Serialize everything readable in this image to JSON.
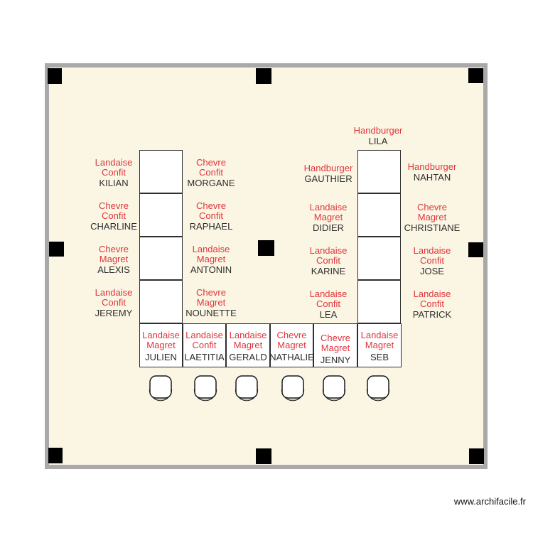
{
  "watermark": "www.archifacile.fr",
  "colors": {
    "menu_red": "#e0353c",
    "name_dark": "#2d2d2d",
    "room_fill": "#fbf6e4",
    "wall_gray": "#a9a9a9",
    "post_black": "#000000"
  },
  "seating": {
    "left_column": [
      {
        "left": {
          "menu": "Landaise Confit",
          "name": "KILIAN"
        },
        "right": {
          "menu": "Chevre Confit",
          "name": "MORGANE"
        }
      },
      {
        "left": {
          "menu": "Chevre Confit",
          "name": "CHARLINE"
        },
        "right": {
          "menu": "Chevre Confit",
          "name": "RAPHAEL"
        }
      },
      {
        "left": {
          "menu": "Chevre Magret",
          "name": "ALEXIS"
        },
        "right": {
          "menu": "Landaise Magret",
          "name": "ANTONIN"
        }
      },
      {
        "left": {
          "menu": "Landaise Confit",
          "name": "JEREMY"
        },
        "right": {
          "menu": "Chevre Magret",
          "name": "NOUNETTE"
        }
      }
    ],
    "right_column": [
      {
        "top": {
          "menu": "Handburger",
          "name": "LILA"
        },
        "left": {
          "menu": "Handburger",
          "name": "GAUTHIER"
        },
        "right": {
          "menu": "Handburger",
          "name": "NAHTAN"
        }
      },
      {
        "left": {
          "menu": "Landaise Magret",
          "name": "DIDIER"
        },
        "right": {
          "menu": "Chevre Magret",
          "name": "CHRISTIANE"
        }
      },
      {
        "left": {
          "menu": "Landaise Confit",
          "name": "KARINE"
        },
        "right": {
          "menu": "Landaise Confit",
          "name": "JOSE"
        }
      },
      {
        "left": {
          "menu": "Landaise Confit",
          "name": "LEA"
        },
        "right": {
          "menu": "Landaise Confit",
          "name": "PATRICK"
        }
      }
    ],
    "bottom_row": [
      {
        "menu": "Landaise Magret",
        "name": "JULIEN"
      },
      {
        "menu": "Landaise Confit",
        "name": "LAETITIA"
      },
      {
        "menu": "Landaise Magret",
        "name": "GERALD"
      },
      {
        "menu": "Chevre Magret",
        "name": "NATHALIE"
      },
      {
        "menu": "Chevre Magret",
        "name": "JENNY"
      },
      {
        "menu": "Landaise Magret",
        "name": "SEB"
      }
    ]
  },
  "chair_count": 6
}
